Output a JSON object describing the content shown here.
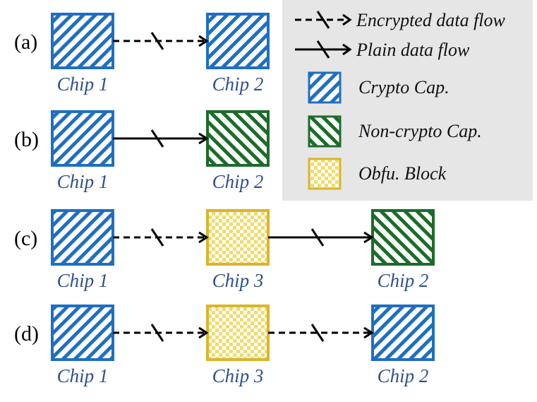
{
  "colors": {
    "crypto_stroke": "#1f6fc0",
    "noncrypto_stroke": "#1d6b2a",
    "obfu_stroke": "#d9b62c",
    "obfu_fill": "#f0dc6c",
    "label_blue": "#2f4f8f",
    "legend_bg": "#e6e6e6"
  },
  "legend": {
    "encrypted": "Encrypted data flow",
    "plain": "Plain data flow",
    "crypto": "Crypto Cap.",
    "noncrypto": "Non-crypto Cap.",
    "obfu": "Obfu. Block"
  },
  "rows": [
    {
      "label": "(a)",
      "nodes": [
        {
          "kind": "crypto",
          "chip": "Chip 1"
        },
        {
          "kind": "crypto",
          "chip": "Chip 2"
        }
      ],
      "flows": [
        "encrypted"
      ]
    },
    {
      "label": "(b)",
      "nodes": [
        {
          "kind": "crypto",
          "chip": "Chip 1"
        },
        {
          "kind": "noncrypto",
          "chip": "Chip 2"
        }
      ],
      "flows": [
        "plain"
      ]
    },
    {
      "label": "(c)",
      "nodes": [
        {
          "kind": "crypto",
          "chip": "Chip 1"
        },
        {
          "kind": "obfu",
          "chip": "Chip 3"
        },
        {
          "kind": "noncrypto",
          "chip": "Chip 2"
        }
      ],
      "flows": [
        "encrypted",
        "plain"
      ]
    },
    {
      "label": "(d)",
      "nodes": [
        {
          "kind": "crypto",
          "chip": "Chip 1"
        },
        {
          "kind": "obfu",
          "chip": "Chip 3"
        },
        {
          "kind": "crypto",
          "chip": "Chip 2"
        }
      ],
      "flows": [
        "encrypted",
        "encrypted"
      ]
    }
  ]
}
